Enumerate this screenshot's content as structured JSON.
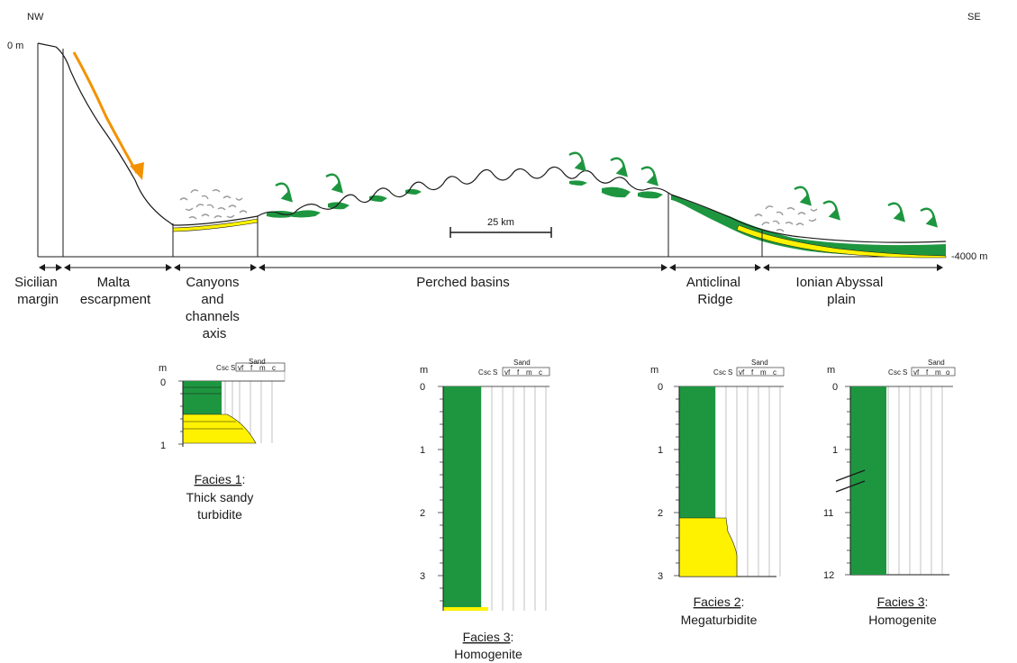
{
  "orientation": {
    "left": "NW",
    "right": "SE"
  },
  "depth_labels": {
    "top": "0 m",
    "bottom": "-4000 m"
  },
  "scale_bar": {
    "label": "25 km"
  },
  "zones": [
    {
      "lines": [
        "Sicilian",
        "margin"
      ]
    },
    {
      "lines": [
        "Malta",
        "escarpment"
      ]
    },
    {
      "lines": [
        "Canyons",
        "and",
        "channels",
        "axis"
      ]
    },
    {
      "lines": [
        "Perched basins"
      ]
    },
    {
      "lines": [
        "Anticlinal",
        "Ridge"
      ]
    },
    {
      "lines": [
        "Ionian Abyssal",
        "plain"
      ]
    }
  ],
  "grain_scale": {
    "sand": "Sand",
    "fine_classes": [
      "C",
      "sc",
      "S"
    ],
    "sand_classes": [
      "vf",
      "f",
      "m",
      "c"
    ]
  },
  "sand_classes_alt": [
    "vf",
    "f",
    "m",
    "o"
  ],
  "logs": [
    {
      "unit": "m",
      "ticks": [
        "0",
        "1"
      ],
      "facies": "Facies 1",
      "desc": [
        "Thick sandy",
        "turbidite"
      ]
    },
    {
      "unit": "m",
      "ticks": [
        "0",
        "1",
        "2",
        "3"
      ],
      "facies": "Facies 3",
      "desc": [
        "Homogenite"
      ]
    },
    {
      "unit": "m",
      "ticks": [
        "0",
        "1",
        "2",
        "3"
      ],
      "facies": "Facies 2",
      "desc": [
        "Megaturbidite"
      ]
    },
    {
      "unit": "m",
      "ticks": [
        "0",
        "1",
        "11",
        "12"
      ],
      "facies": "Facies 3",
      "desc": [
        "Homogenite"
      ]
    }
  ],
  "colors": {
    "homogenite": "#1e9640",
    "sand": "#fff200",
    "arrow": "#f39200",
    "outline": "#1a1a1a",
    "debris": "#9a9a9a"
  }
}
